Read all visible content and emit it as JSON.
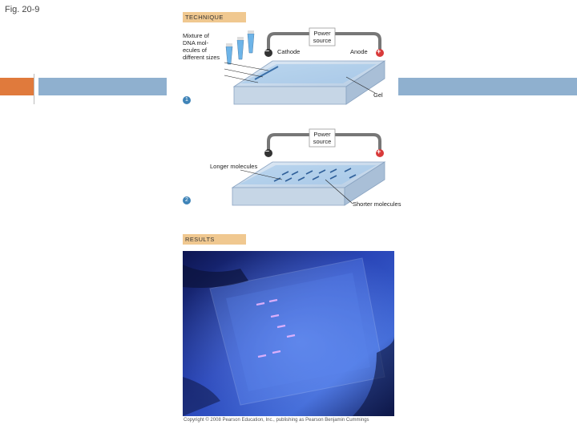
{
  "figure_label": "Fig. 20-9",
  "technique_header": "TECHNIQUE",
  "results_header": "RESULTS",
  "step1": {
    "number": "1",
    "mixture_label": "Mixture of DNA mol-ecules of different sizes",
    "power_source": "Power source",
    "cathode": "Cathode",
    "anode": "Anode",
    "gel": "Gel",
    "minus": "–",
    "plus": "+"
  },
  "step2": {
    "number": "2",
    "power_source": "Power source",
    "longer": "Longer molecules",
    "shorter": "Shorter molecules",
    "minus": "–",
    "plus": "+"
  },
  "copyright": "Copyright © 2008 Pearson Education, Inc., publishing as Pearson Benjamin Cummings",
  "colors": {
    "accent_orange": "#e07a3c",
    "band_blue": "#8fb0cf",
    "header_tag": "#f0c890",
    "step_circle": "#3f84b8",
    "photo_bg": "#1a2a7a"
  }
}
